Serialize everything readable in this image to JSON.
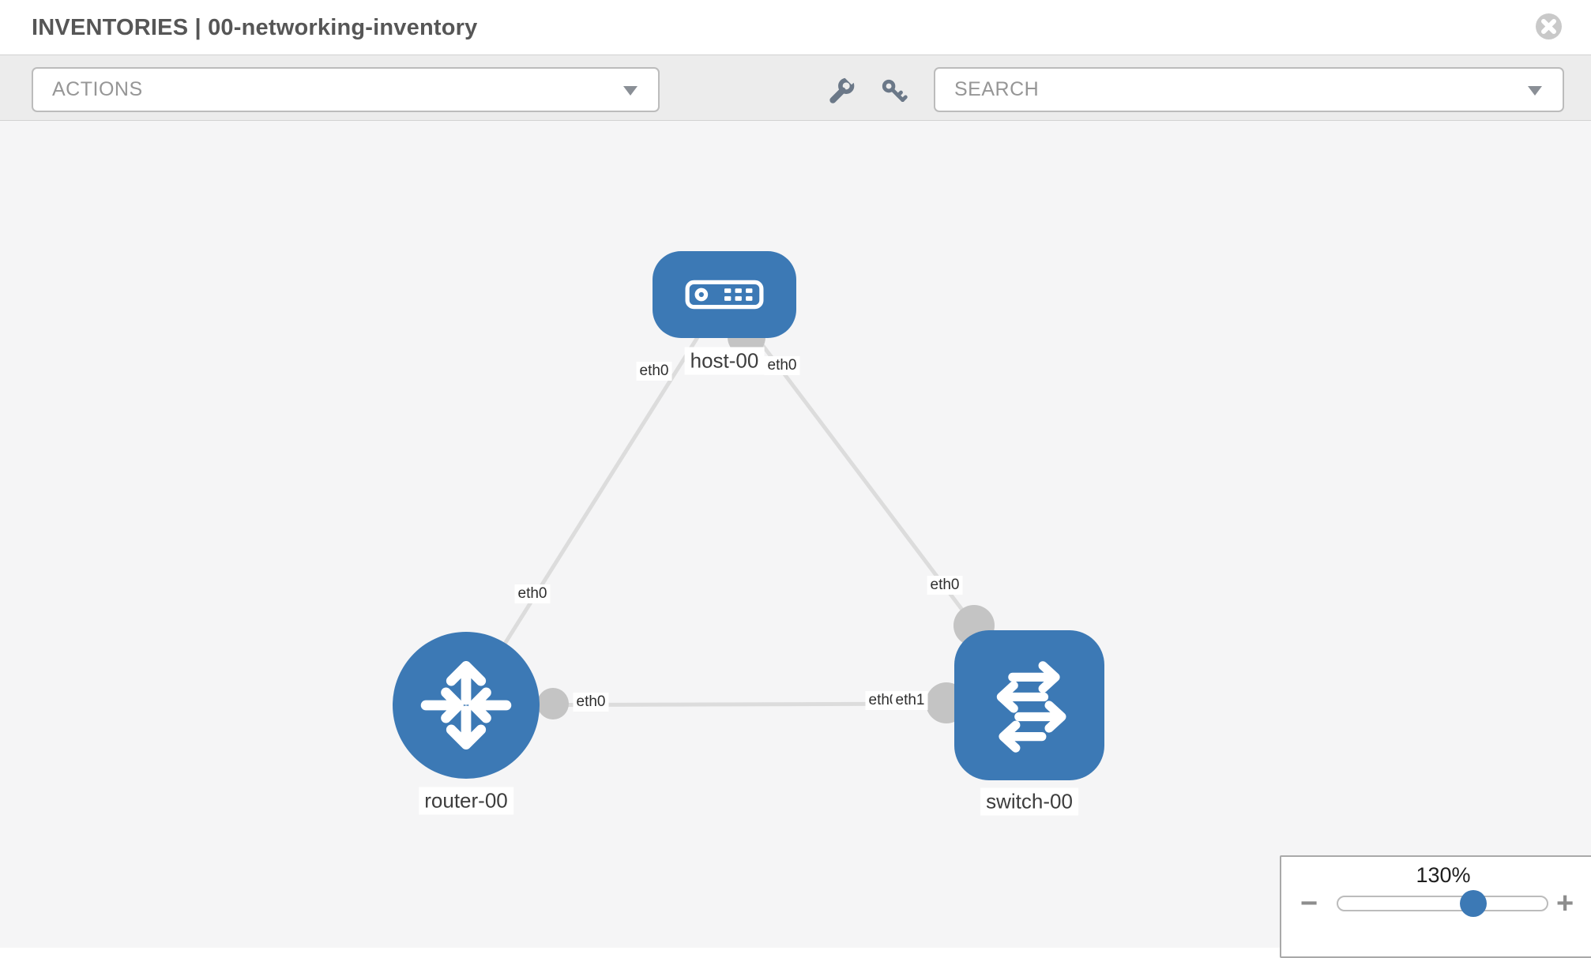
{
  "header": {
    "title": "INVENTORIES | 00-networking-inventory"
  },
  "toolbar": {
    "actions_label": "ACTIONS",
    "search_placeholder": "SEARCH",
    "icons": [
      "wrench-icon",
      "key-icon"
    ]
  },
  "colors": {
    "node_blue": "#3c79b5",
    "port_gray": "#c4c4c4",
    "link_gray": "#dcdcdc",
    "canvas_bg": "#f5f5f6"
  },
  "topology": {
    "nodes": [
      {
        "id": "host-00",
        "label": "host-00",
        "type": "host",
        "shape": "rounded-rect"
      },
      {
        "id": "router-00",
        "label": "router-00",
        "type": "router",
        "shape": "circle"
      },
      {
        "id": "switch-00",
        "label": "switch-00",
        "type": "switch",
        "shape": "rounded-square"
      }
    ],
    "links": [
      {
        "source": "router-00",
        "source_interface": "eth0",
        "target": "host-00",
        "target_interface": "eth0"
      },
      {
        "source": "switch-00",
        "source_interface": "eth0",
        "target": "host-00",
        "target_interface": "eth0"
      },
      {
        "source": "router-00",
        "source_interface": "eth0",
        "target": "switch-00",
        "target_interface": "eth1",
        "overlapped_interface": "eth0"
      }
    ]
  },
  "zoom_control": {
    "level": "130%",
    "zoom_out": "−",
    "zoom_in": "+"
  }
}
